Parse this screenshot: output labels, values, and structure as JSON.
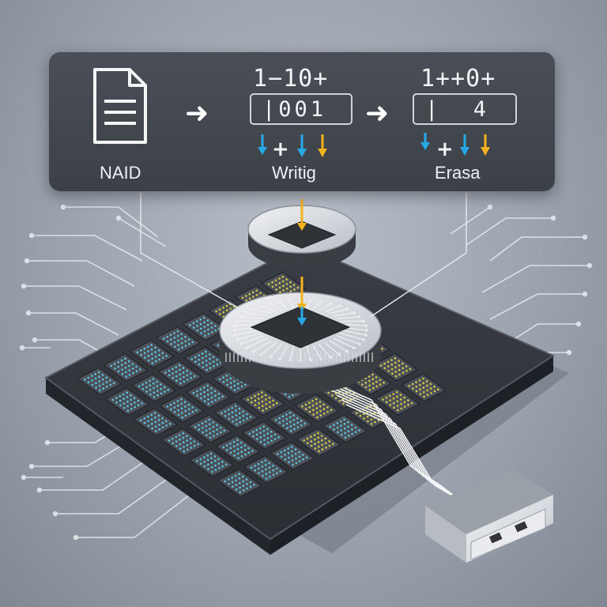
{
  "panel": {
    "source": {
      "label": "NAID",
      "icon": "document-icon"
    },
    "writing": {
      "top_bits": "1−10+",
      "box_bits": "|001",
      "operator": "+",
      "label": "Writig"
    },
    "erasing": {
      "top_bits": "1++0+",
      "box_bits": "|  4",
      "operator": "+",
      "label": "Erasa"
    },
    "flow_arrow_glyph": "➜"
  },
  "colors": {
    "background": "#9aa3ae",
    "panel": "#42464d",
    "board": "#2f3237",
    "cell_cyan": "#5ec4e6",
    "cell_yellow": "#d9c94a",
    "arrow_blue": "#27a9e8",
    "arrow_yellow": "#f2b31c",
    "usb_body": "#dfe2e6"
  },
  "icons": [
    "document-icon",
    "arrow-right-icon",
    "arrow-down-icon",
    "chip-icon",
    "usb-connector-icon"
  ]
}
